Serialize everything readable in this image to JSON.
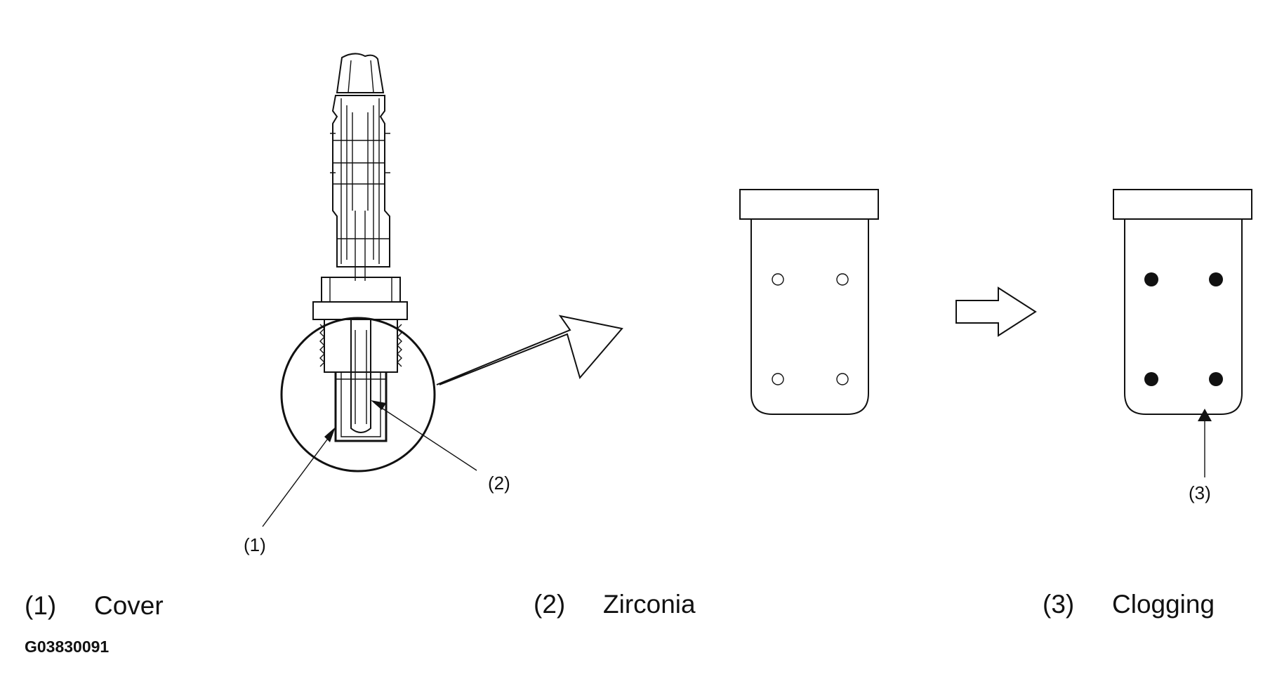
{
  "callouts": {
    "c1": "(1)",
    "c2": "(2)",
    "c3": "(3)"
  },
  "legend": [
    {
      "num": "(1)",
      "text": "Cover"
    },
    {
      "num": "(2)",
      "text": "Zirconia"
    },
    {
      "num": "(3)",
      "text": "Clogging"
    }
  ],
  "figure_id": "G03830091",
  "colors": {
    "ink": "#111111",
    "background": "#ffffff"
  }
}
